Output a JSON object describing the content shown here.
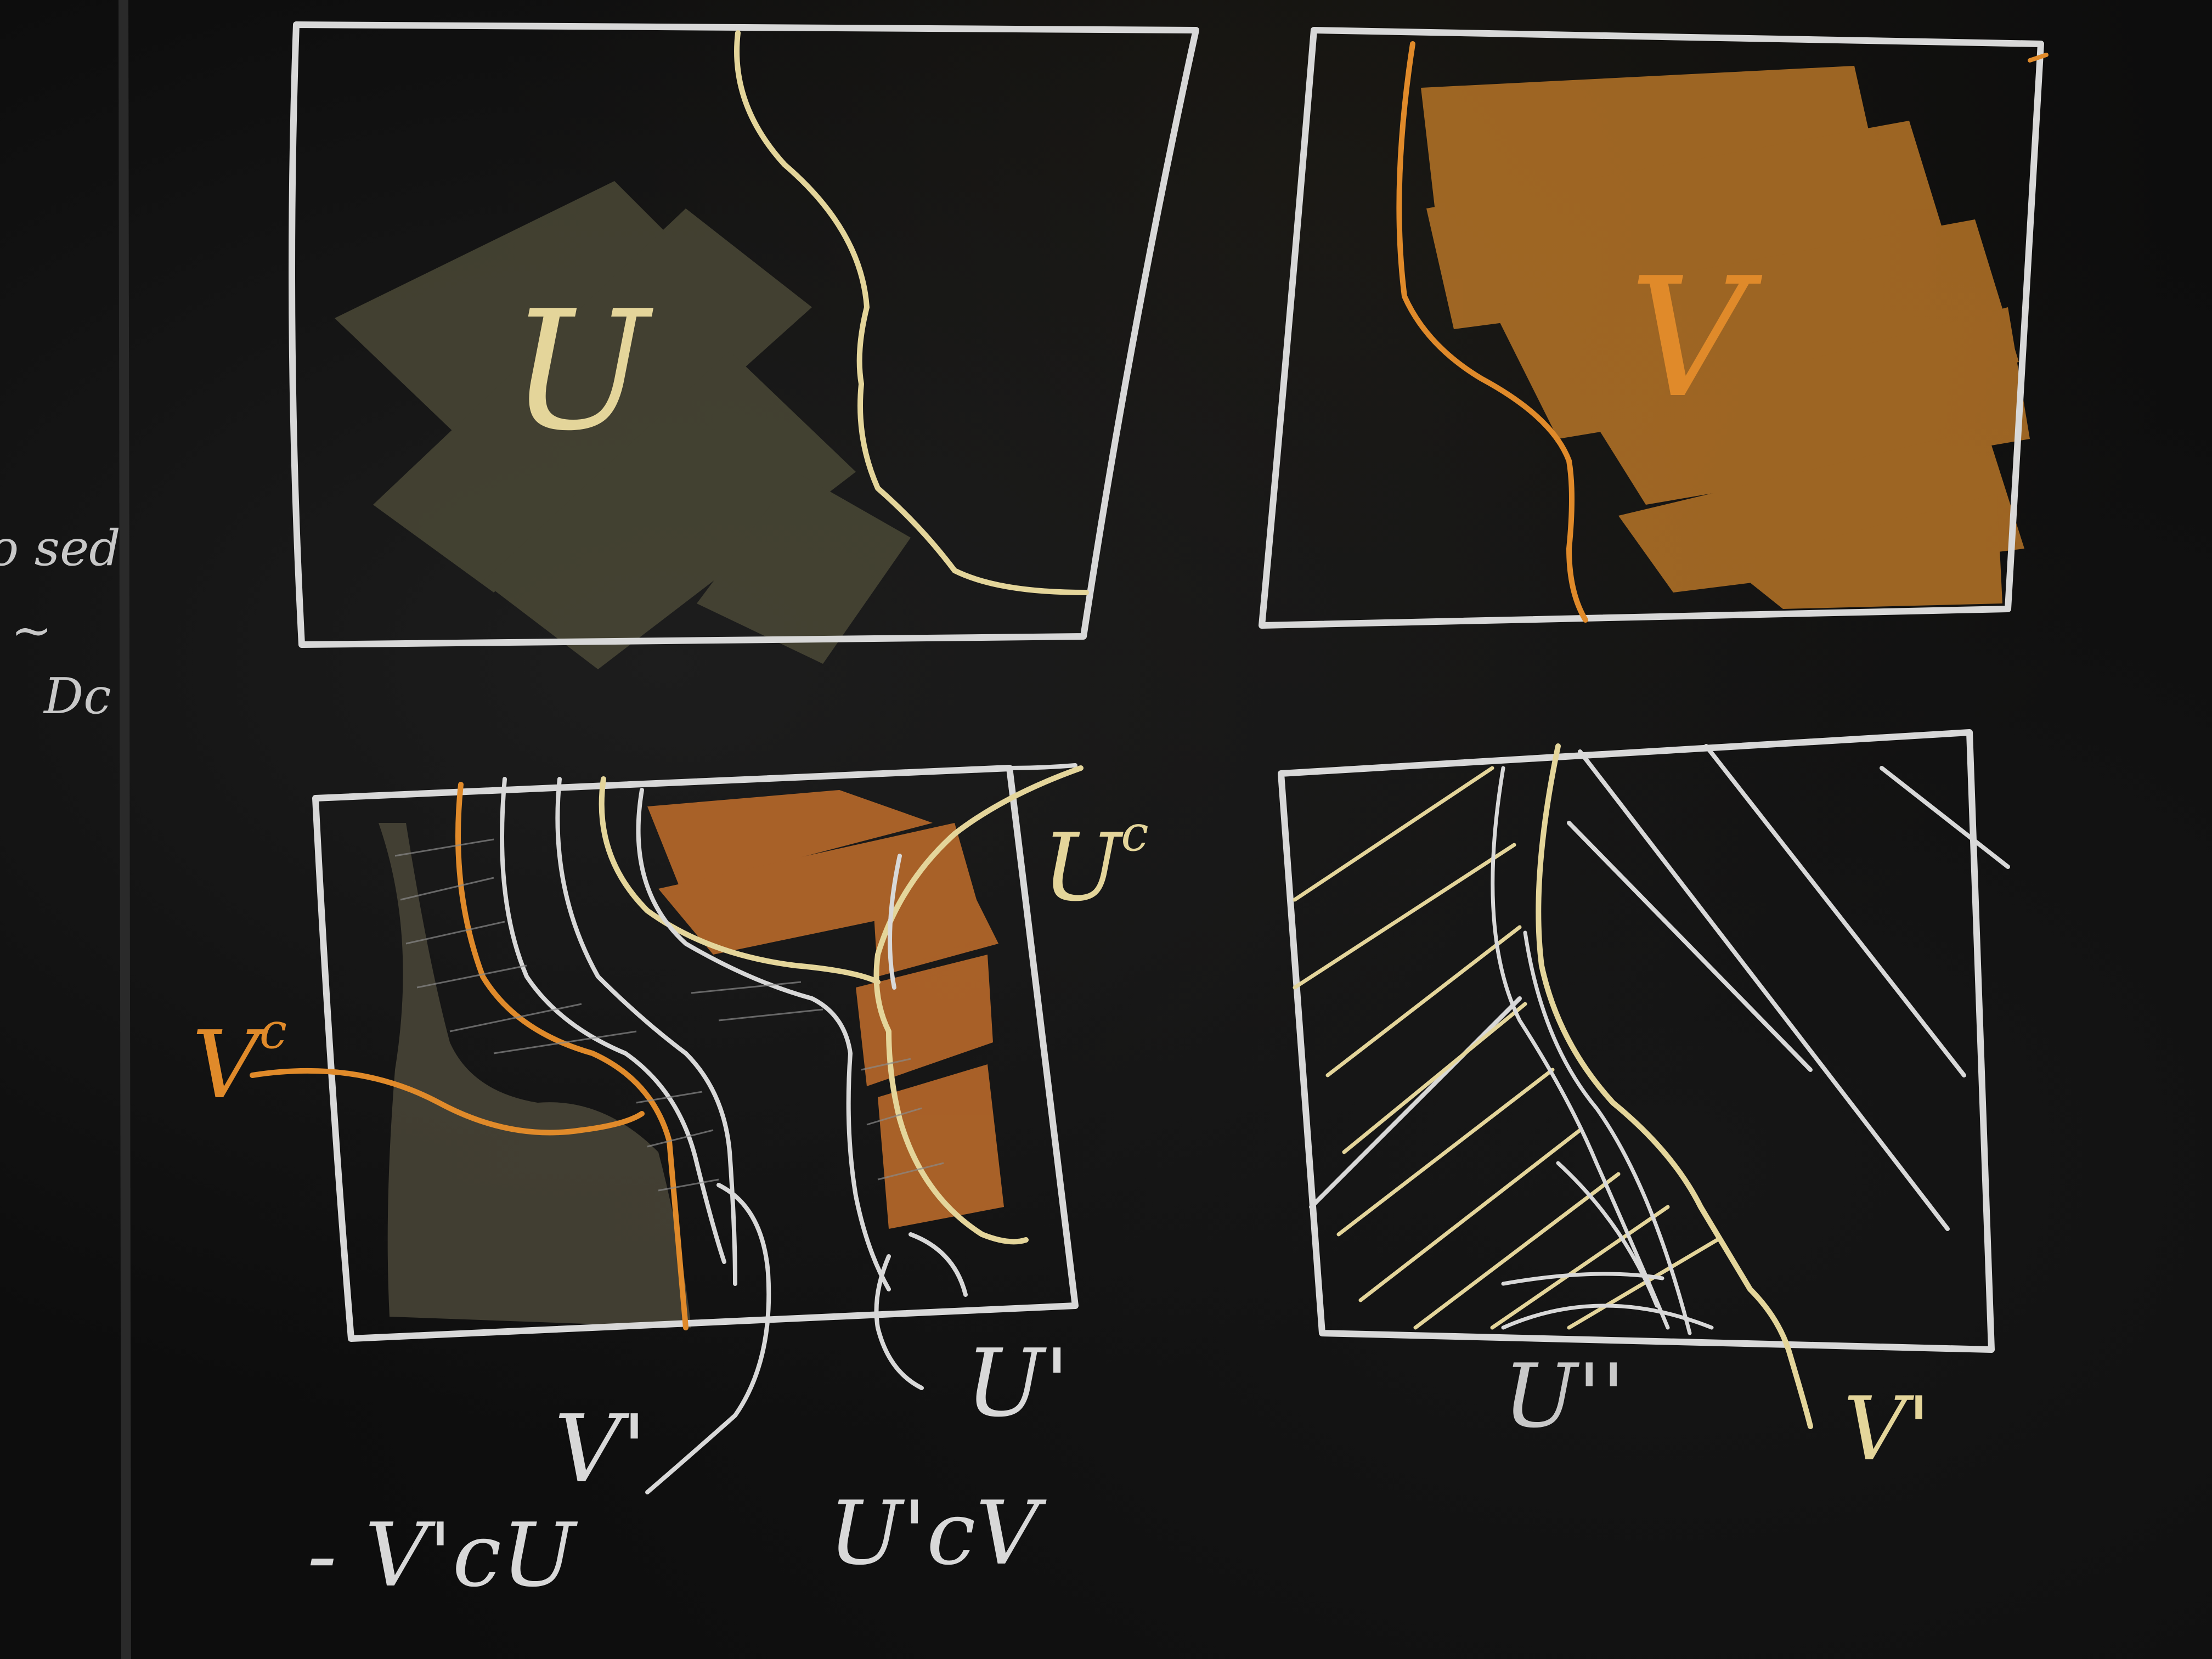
{
  "panels": {
    "top_left": {
      "label": "U"
    },
    "top_right": {
      "label": "V"
    },
    "bottom_left": {
      "label_vc": "V",
      "label_uc": "U",
      "superscript": "c",
      "label_vprime": "V'",
      "label_uprime": "U'",
      "caption_left": "- V'cU",
      "caption_right": "U'cV"
    },
    "bottom_right": {
      "label_udouble": "U''",
      "label_vprime": "V'"
    }
  },
  "margin_scribble": {
    "line1": "o sed",
    "line2": "~",
    "line3": "Dc"
  },
  "colors": {
    "white_chalk": "#d8d8d8",
    "yellow_chalk": "#e4d59a",
    "orange_chalk": "#e08a2a"
  }
}
